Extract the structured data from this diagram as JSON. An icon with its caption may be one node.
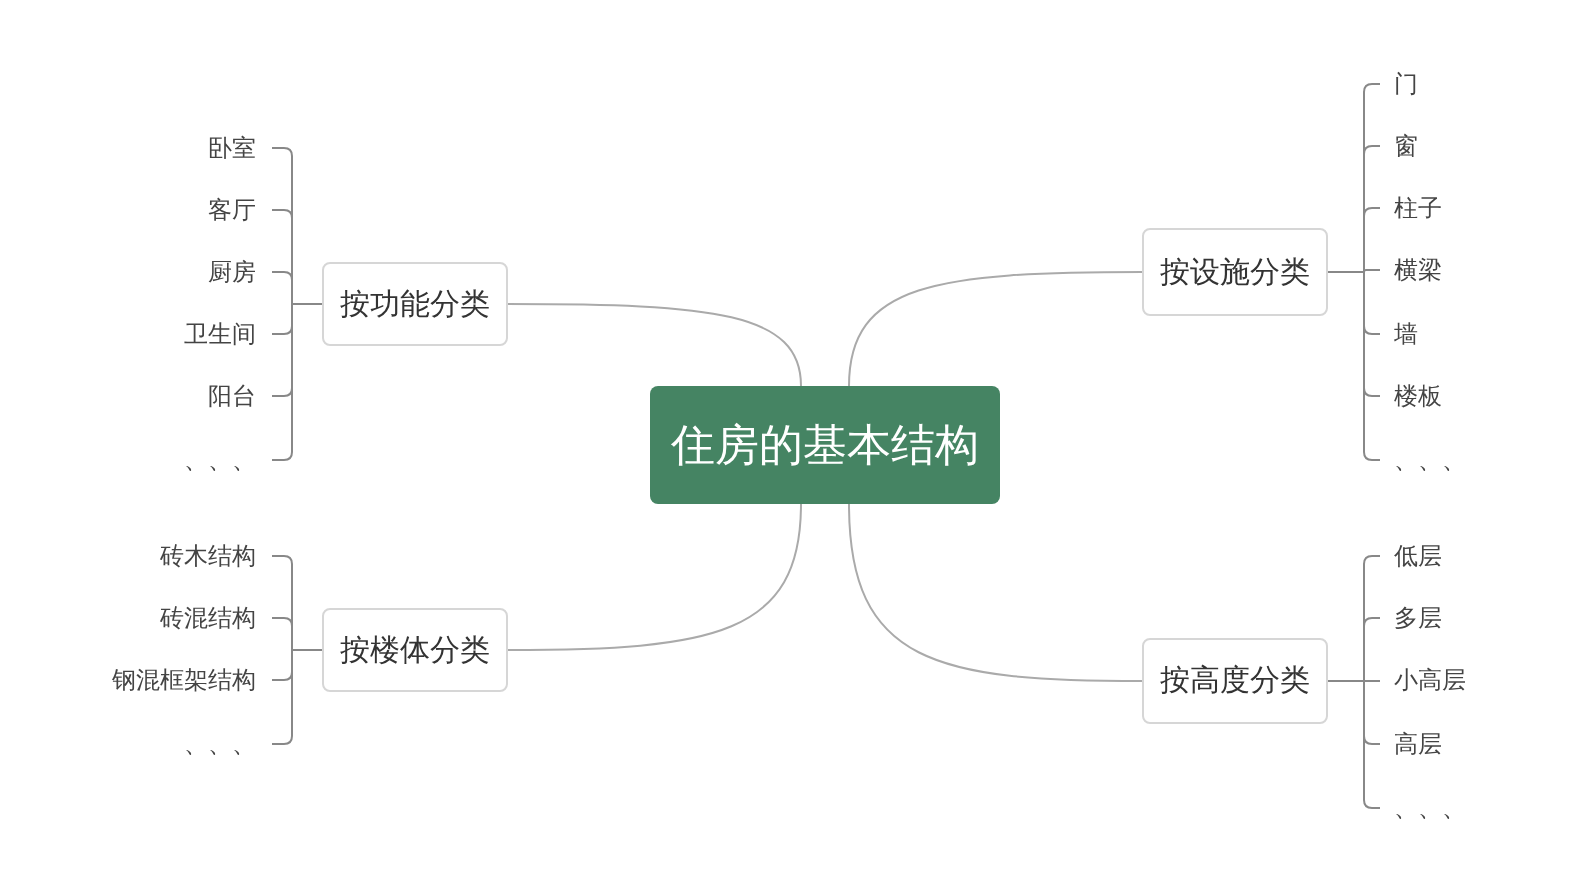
{
  "diagram": {
    "nodes": [
      {
        "text": [
          "住房的基本结构"
        ]
      },
      {
        "text": [
          "按功能分类"
        ]
      },
      {
        "text": [
          "按设施分类"
        ]
      },
      {
        "text": [
          "按楼体分类"
        ]
      },
      {
        "text": [
          "按高度分类"
        ]
      },
      {
        "text": [
          "卧室"
        ]
      },
      {
        "text": [
          "客厅"
        ]
      },
      {
        "text": [
          "厨房"
        ]
      },
      {
        "text": [
          "卫生间"
        ]
      },
      {
        "text": [
          "阳台"
        ]
      },
      {
        "text": [
          "、、、"
        ]
      },
      {
        "text": [
          "门"
        ]
      },
      {
        "text": [
          "窗"
        ]
      },
      {
        "text": [
          "柱子"
        ]
      },
      {
        "text": [
          "横梁"
        ]
      },
      {
        "text": [
          "墙"
        ]
      },
      {
        "text": [
          "楼板"
        ]
      },
      {
        "text": [
          "、、、"
        ]
      },
      {
        "text": [
          "砖木结构"
        ]
      },
      {
        "text": [
          "砖混结构"
        ]
      },
      {
        "text": [
          "钢混框架结构"
        ]
      },
      {
        "text": [
          "、、、"
        ]
      },
      {
        "text": [
          "低层"
        ]
      },
      {
        "text": [
          "多层"
        ]
      },
      {
        "text": [
          "小高层"
        ]
      },
      {
        "text": [
          "高层"
        ]
      },
      {
        "text": [
          "、、、"
        ]
      }
    ],
    "edges": [
      {
        "from": 0,
        "to": 1,
        "arrow": "none"
      },
      {
        "from": 0,
        "to": 2,
        "arrow": "none"
      },
      {
        "from": 0,
        "to": 3,
        "arrow": "none"
      },
      {
        "from": 0,
        "to": 4,
        "arrow": "none"
      },
      {
        "from": 1,
        "to": 5,
        "arrow": "none"
      },
      {
        "from": 1,
        "to": 6,
        "arrow": "none"
      },
      {
        "from": 1,
        "to": 7,
        "arrow": "none"
      },
      {
        "from": 1,
        "to": 8,
        "arrow": "none"
      },
      {
        "from": 1,
        "to": 9,
        "arrow": "none"
      },
      {
        "from": 1,
        "to": 10,
        "arrow": "none"
      },
      {
        "from": 2,
        "to": 11,
        "arrow": "none"
      },
      {
        "from": 2,
        "to": 12,
        "arrow": "none"
      },
      {
        "from": 2,
        "to": 13,
        "arrow": "none"
      },
      {
        "from": 2,
        "to": 14,
        "arrow": "none"
      },
      {
        "from": 2,
        "to": 15,
        "arrow": "none"
      },
      {
        "from": 2,
        "to": 16,
        "arrow": "none"
      },
      {
        "from": 2,
        "to": 17,
        "arrow": "none"
      },
      {
        "from": 3,
        "to": 18,
        "arrow": "none"
      },
      {
        "from": 3,
        "to": 19,
        "arrow": "none"
      },
      {
        "from": 3,
        "to": 20,
        "arrow": "none"
      },
      {
        "from": 3,
        "to": 21,
        "arrow": "none"
      },
      {
        "from": 4,
        "to": 22,
        "arrow": "none"
      },
      {
        "from": 4,
        "to": 23,
        "arrow": "none"
      },
      {
        "from": 4,
        "to": 24,
        "arrow": "none"
      },
      {
        "from": 4,
        "to": 25,
        "arrow": "none"
      },
      {
        "from": 4,
        "to": 26,
        "arrow": "none"
      }
    ]
  }
}
